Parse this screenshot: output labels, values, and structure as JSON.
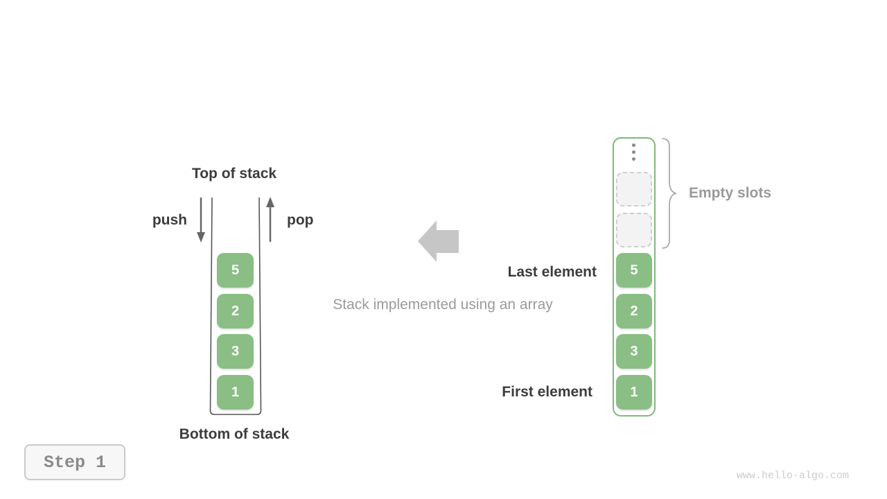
{
  "left_stack": {
    "title": "Top of stack",
    "bottom_label": "Bottom of stack",
    "push_label": "push",
    "pop_label": "pop",
    "cells": [
      "5",
      "2",
      "3",
      "1"
    ]
  },
  "center": {
    "caption": "Stack implemented using an array",
    "arrow_icon": "arrow-left"
  },
  "right_array": {
    "ellipsis_icon": "vertical-ellipsis",
    "empty_slot_count": 2,
    "brace_icon": "curly-brace",
    "empty_slots_label": "Empty slots",
    "last_element_label": "Last element",
    "first_element_label": "First element",
    "cells": [
      "5",
      "2",
      "3",
      "1"
    ]
  },
  "footer": {
    "step_label": "Step 1",
    "watermark": "www.hello-algo.com"
  },
  "colors": {
    "cell_green": "#8ABE85",
    "container_border_green": "#7EB87B",
    "dark_text": "#3C3C3C",
    "gray_text": "#9A9A9A",
    "big_arrow_gray": "#C6C6C6",
    "empty_slot_bg": "#F3F3F3",
    "empty_slot_border": "#CFCFCF",
    "step_text": "#8A8A8A",
    "watermark_text": "#CCCCCC",
    "outline_gray": "#555555",
    "small_arrow_gray": "#666666"
  }
}
